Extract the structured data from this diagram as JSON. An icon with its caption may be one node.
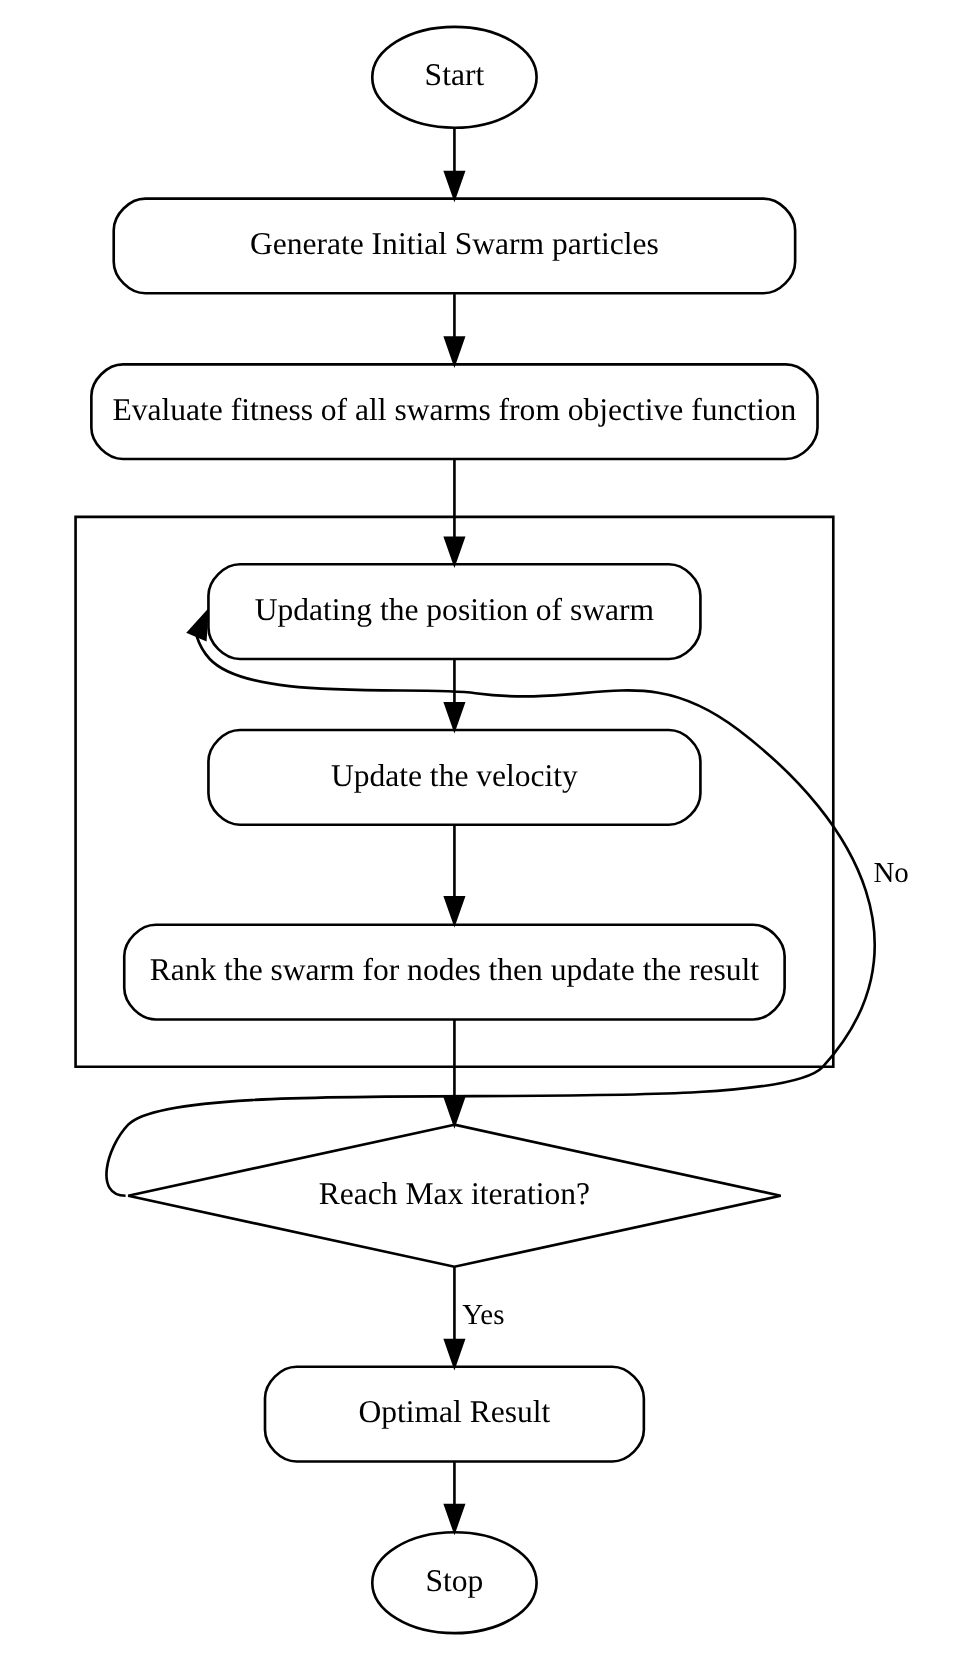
{
  "diagram": {
    "nodes": [
      {
        "text": [
          "Start"
        ]
      },
      {
        "text": [
          "Generate Initial Swarm particles"
        ]
      },
      {
        "text": [
          "Evaluate fitness of all swarms from objective function"
        ]
      },
      {
        "text": [],
        "shape": "box"
      },
      {
        "text": [
          "Updating the position of swarm"
        ],
        "in": 3
      },
      {
        "text": [
          "Update the velocity"
        ],
        "in": 3
      },
      {
        "text": [
          "Rank the swarm for nodes then update the result"
        ],
        "in": 3
      },
      {
        "text": [
          "Reach Max iteration?"
        ]
      },
      {
        "text": [
          "Optimal Result"
        ]
      },
      {
        "text": [
          "Stop"
        ]
      }
    ],
    "edges": [
      {
        "from": 0,
        "to": 1,
        "arrow": "to"
      },
      {
        "from": 1,
        "to": 2,
        "arrow": "to"
      },
      {
        "from": 2,
        "to": 4,
        "arrow": "to"
      },
      {
        "from": 4,
        "to": 5,
        "arrow": "to"
      },
      {
        "from": 5,
        "to": 6,
        "arrow": "to"
      },
      {
        "from": 6,
        "to": 7,
        "arrow": "to"
      },
      {
        "from": 7,
        "to": 4,
        "arrow": "to",
        "label": "No"
      },
      {
        "from": 7,
        "to": 8,
        "arrow": "to",
        "label": "Yes"
      },
      {
        "from": 8,
        "to": 9,
        "arrow": "to"
      }
    ]
  }
}
